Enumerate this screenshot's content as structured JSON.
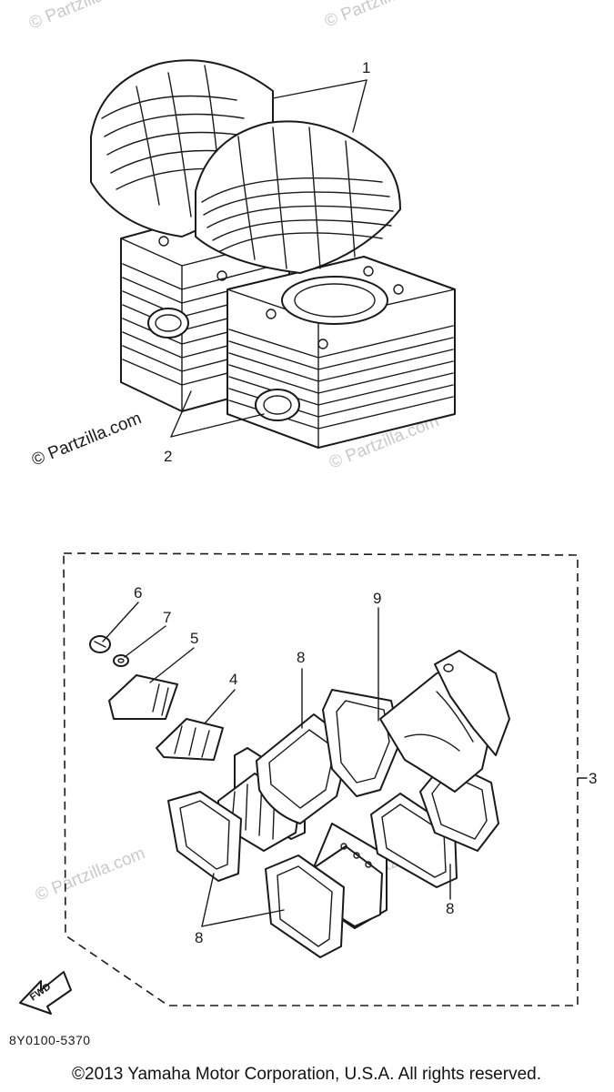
{
  "watermark": {
    "brand_text": "© Partzilla.com",
    "brand_text_short": "© Partzilla"
  },
  "callouts": {
    "c1": "1",
    "c2": "2",
    "c3": "3",
    "c4": "4",
    "c5": "5",
    "c6": "6",
    "c7": "7",
    "c8": "8",
    "c9": "9"
  },
  "arrow_label": "FWD",
  "diagram_code": "8Y0100-5370",
  "copyright": "©2013 Yamaha Motor Corporation, U.S.A. All rights reserved.",
  "colors": {
    "line": "#1a1a1a",
    "watermark": "#c9c9c9",
    "background": "#ffffff"
  }
}
